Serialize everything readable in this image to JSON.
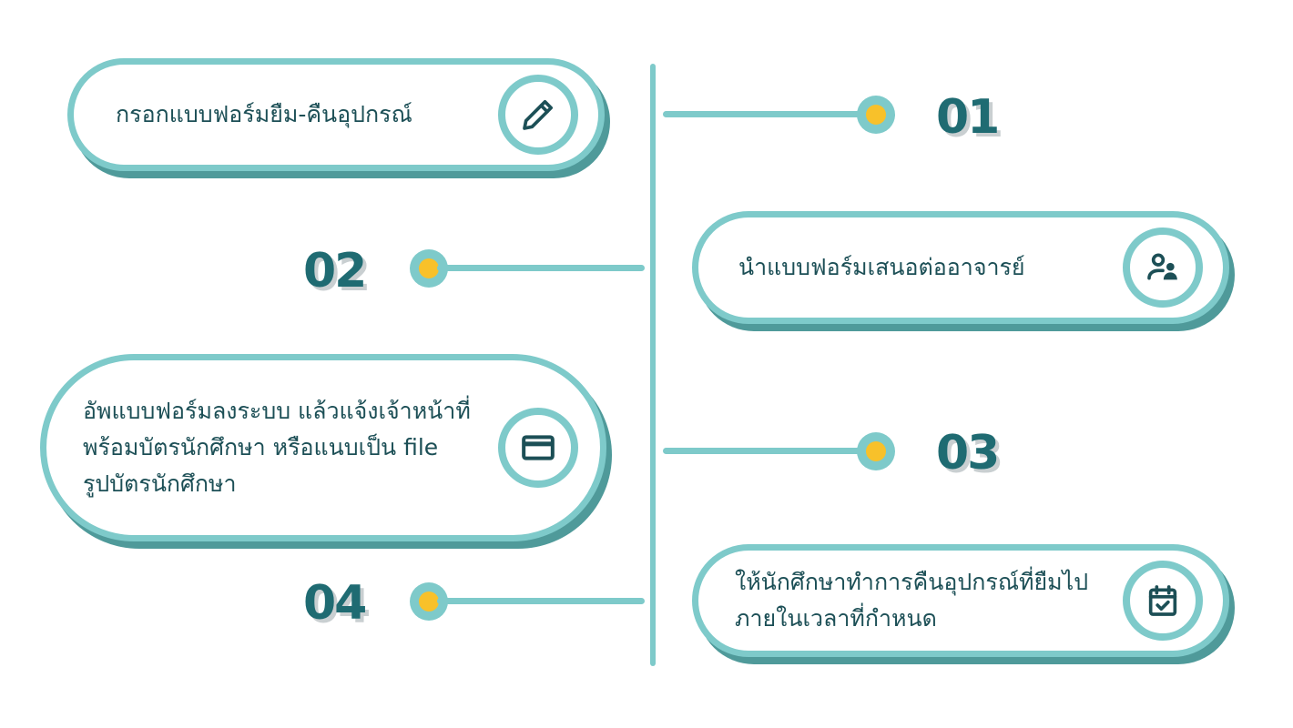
{
  "diagram": {
    "type": "timeline",
    "colors": {
      "line": "#7ecaca",
      "dot_center": "#f8c12a",
      "number": "#1f6b72",
      "text": "#1c4f56",
      "pill_shadow": "#4f9a9a"
    },
    "steps": [
      {
        "number": "01",
        "text": "กรอกแบบฟอร์มยืม-คืนอุปกรณ์",
        "icon": "pencil-icon",
        "side": "left"
      },
      {
        "number": "02",
        "text": "นำแบบฟอร์มเสนอต่ออาจารย์",
        "icon": "users-icon",
        "side": "right"
      },
      {
        "number": "03",
        "text": "อัพแบบฟอร์มลงระบบ แล้วแจ้งเจ้าหน้าที่ พร้อมบัตรนักศึกษา หรือแนบเป็น file รูปบัตรนักศึกษา",
        "lines": [
          "อัพแบบฟอร์มลงระบบ แล้วแจ้งเจ้าหน้าที่",
          "พร้อมบัตรนักศึกษา หรือแนบเป็น file",
          "รูปบัตรนักศึกษา"
        ],
        "icon": "credit-card-icon",
        "side": "left"
      },
      {
        "number": "04",
        "text": "ให้นักศึกษาทำการคืนอุปกรณ์ที่ยืมไป ภายในเวลาที่กำหนด",
        "lines": [
          "ให้นักศึกษาทำการคืนอุปกรณ์ที่ยืมไป",
          "ภายในเวลาที่กำหนด"
        ],
        "icon": "calendar-check-icon",
        "side": "right"
      }
    ]
  }
}
